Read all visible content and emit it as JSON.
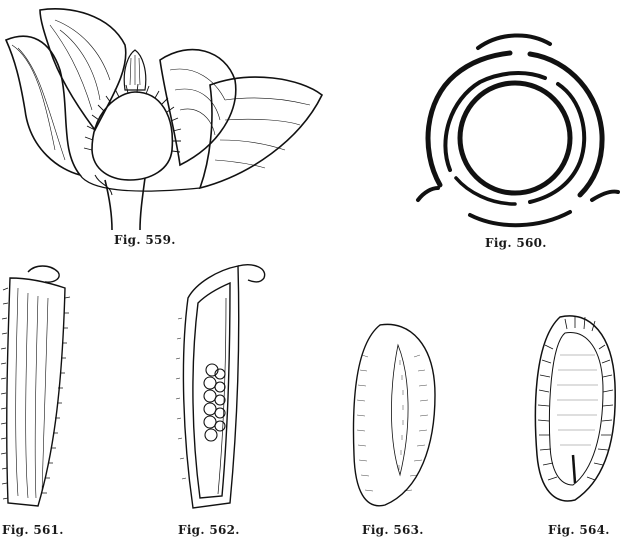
{
  "figures": [
    {
      "caption": "Fig. 559."
    },
    {
      "caption": "Fig. 560."
    },
    {
      "caption": "Fig. 561."
    },
    {
      "caption": "Fig. 562."
    },
    {
      "caption": "Fig. 563."
    },
    {
      "caption": "Fig. 564."
    }
  ],
  "colors": {
    "ink": "#111111",
    "paper": "#ffffff"
  }
}
